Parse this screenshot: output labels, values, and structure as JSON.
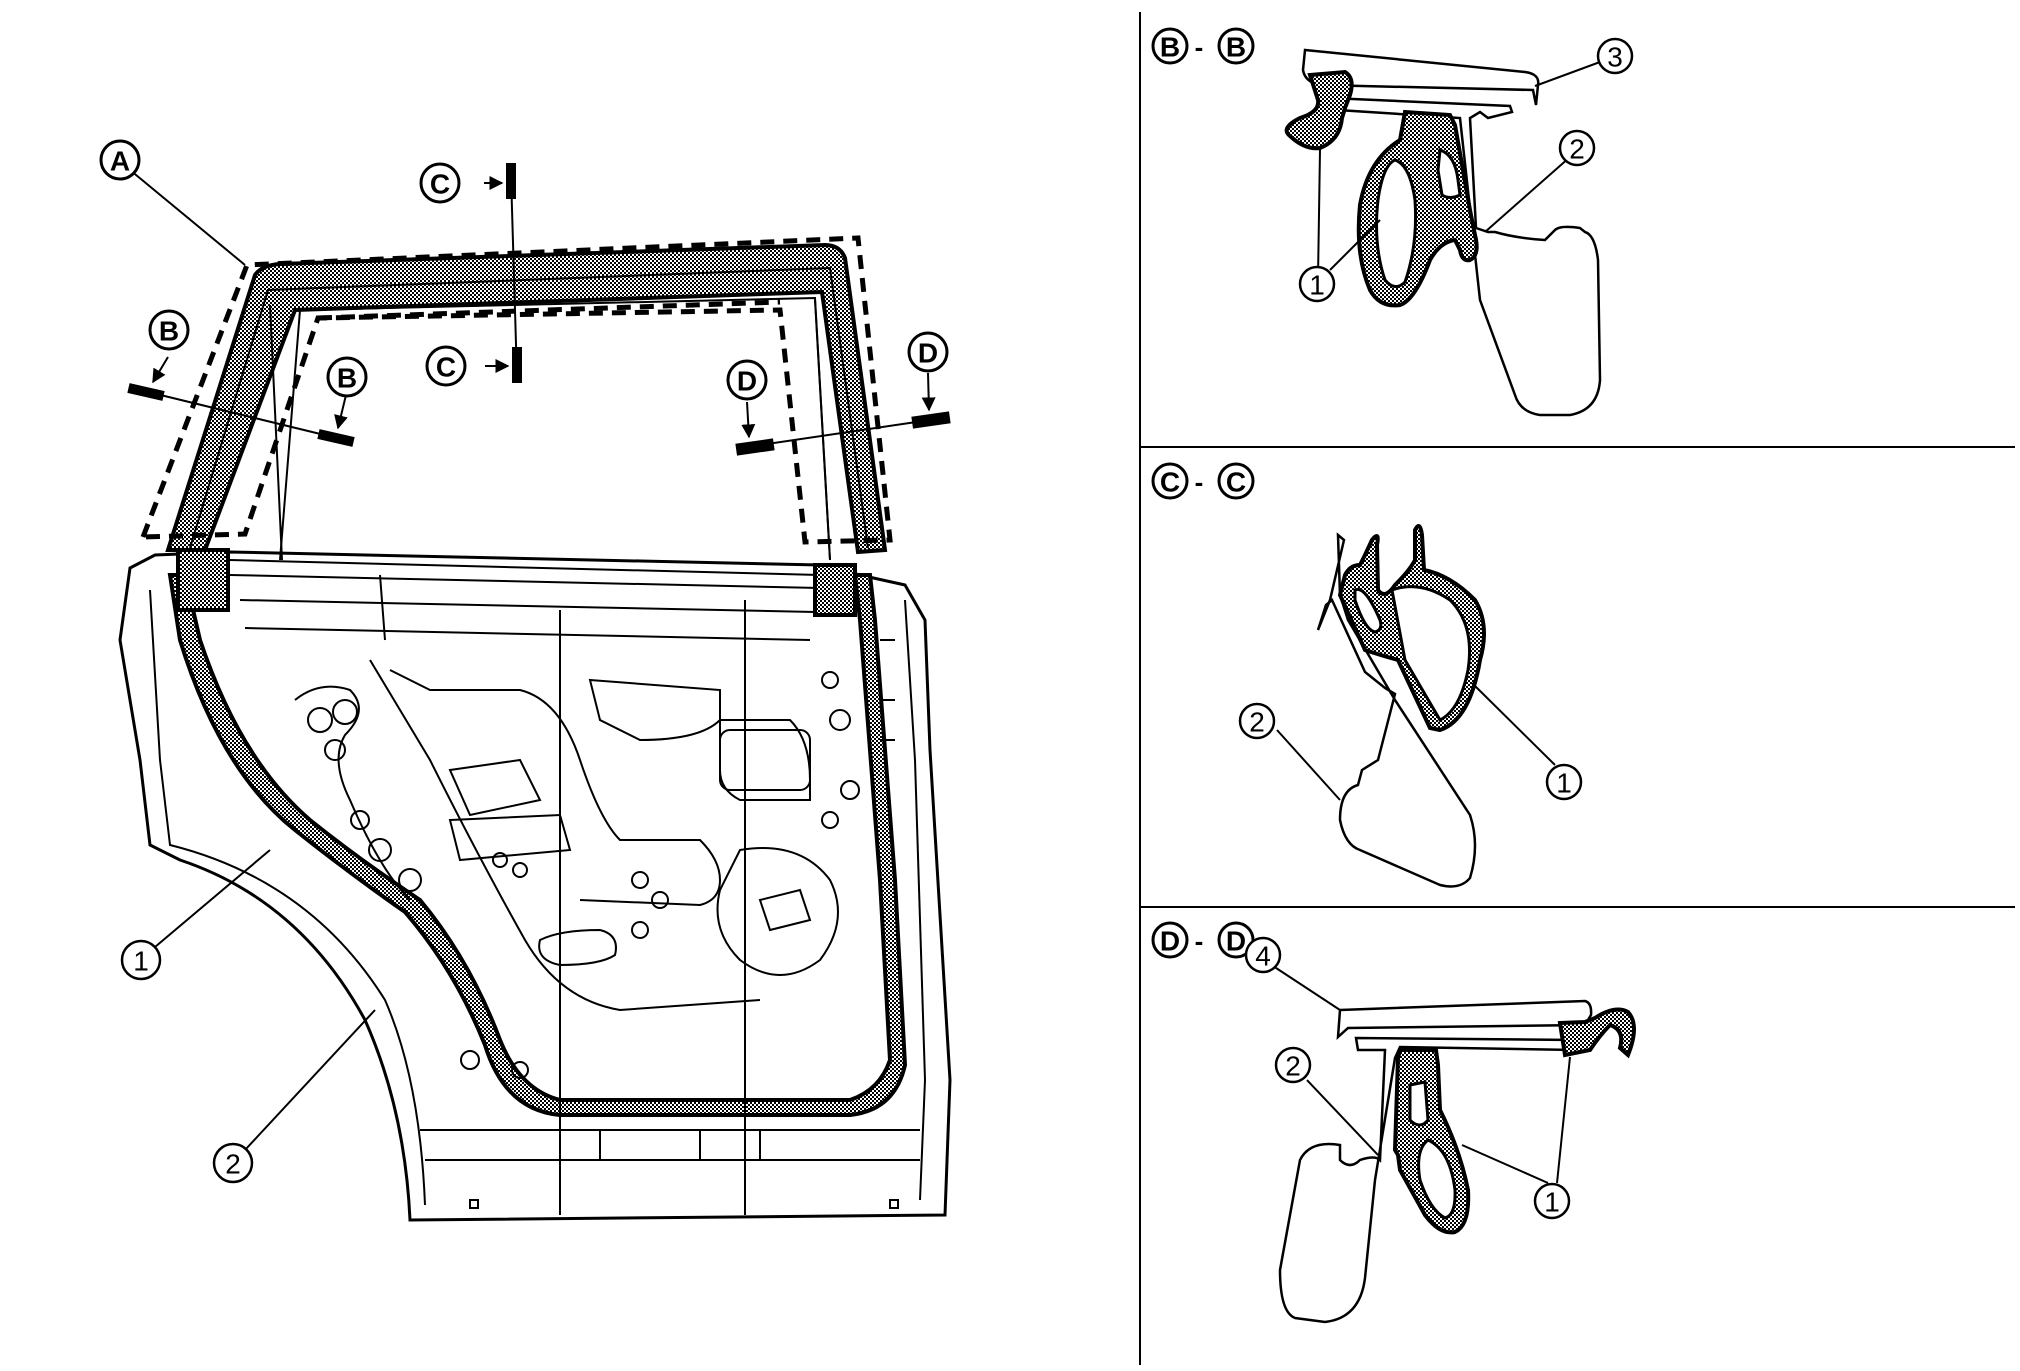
{
  "figure": {
    "type": "rear door weatherstrip installation diagram",
    "colors": {
      "ink": "#000000",
      "background": "#ffffff",
      "seal_fill": "#9a9a9a"
    }
  },
  "main_view": {
    "callouts": {
      "A": "A",
      "B_left": "B",
      "B_right": "B",
      "C_top": "C",
      "C_bottom": "C",
      "D_left": "D",
      "D_right": "D",
      "part_1": "1",
      "part_2": "2"
    }
  },
  "sections": [
    {
      "id": "B-B",
      "label_left": "B",
      "separator": "-",
      "label_right": "B",
      "callouts": [
        "1",
        "1",
        "2",
        "3"
      ]
    },
    {
      "id": "C-C",
      "label_left": "C",
      "separator": "-",
      "label_right": "C",
      "callouts": [
        "2",
        "1"
      ]
    },
    {
      "id": "D-D",
      "label_left": "D",
      "separator": "-",
      "label_right": "D",
      "callouts": [
        "4",
        "2",
        "1",
        "1"
      ]
    }
  ]
}
